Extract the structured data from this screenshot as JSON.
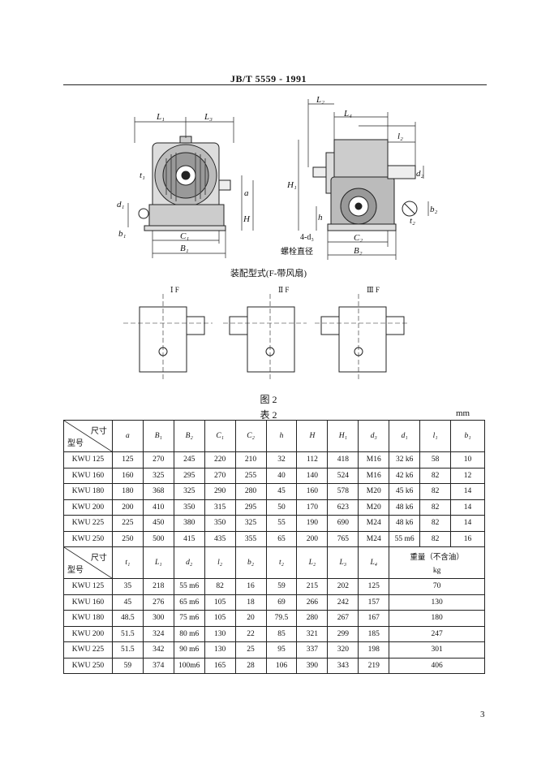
{
  "header": {
    "standard": "JB/T  5559 - 1991"
  },
  "figure": {
    "assembly_caption": "装配型式(F-带风扇)",
    "variants": [
      "Ⅰ F",
      "Ⅱ F",
      "Ⅲ F"
    ],
    "caption": "图 2",
    "left_view_labels": [
      "L₁",
      "L₃",
      "t₁",
      "d₁",
      "a",
      "H",
      "b₁",
      "C₁",
      "B₁"
    ],
    "right_view_labels": [
      "L₂",
      "L₄",
      "l₂",
      "H₁",
      "h",
      "4-d₃",
      "螺栓直径",
      "C₂",
      "B₂",
      "d₂",
      "t₂",
      "b₂"
    ]
  },
  "table": {
    "title": "表 2",
    "unit": "mm",
    "corner_top": "尺寸",
    "corner_bottom": "型号",
    "top_headers": [
      "a",
      "B₁",
      "B₂",
      "C₁",
      "C₂",
      "h",
      "H",
      "H₁",
      "d₃",
      "d₁",
      "l₁",
      "b₁"
    ],
    "top_rows": [
      {
        "model": "KWU 125",
        "values": [
          "125",
          "270",
          "245",
          "220",
          "210",
          "32",
          "112",
          "418",
          "M16",
          "32 k6",
          "58",
          "10"
        ]
      },
      {
        "model": "KWU 160",
        "values": [
          "160",
          "325",
          "295",
          "270",
          "255",
          "40",
          "140",
          "524",
          "M16",
          "42 k6",
          "82",
          "12"
        ]
      },
      {
        "model": "KWU 180",
        "values": [
          "180",
          "368",
          "325",
          "290",
          "280",
          "45",
          "160",
          "578",
          "M20",
          "45 k6",
          "82",
          "14"
        ]
      },
      {
        "model": "KWU 200",
        "values": [
          "200",
          "410",
          "350",
          "315",
          "295",
          "50",
          "170",
          "623",
          "M20",
          "48 k6",
          "82",
          "14"
        ]
      },
      {
        "model": "KWU 225",
        "values": [
          "225",
          "450",
          "380",
          "350",
          "325",
          "55",
          "190",
          "690",
          "M24",
          "48 k6",
          "82",
          "14"
        ]
      },
      {
        "model": "KWU 250",
        "values": [
          "250",
          "500",
          "415",
          "435",
          "355",
          "65",
          "200",
          "765",
          "M24",
          "55 m6",
          "82",
          "16"
        ]
      }
    ],
    "bottom_headers": [
      "t₁",
      "L₁",
      "d₂",
      "l₂",
      "b₂",
      "t₂",
      "L₂",
      "L₃",
      "L₄"
    ],
    "weight_header": "重量（不含油）",
    "weight_unit": "kg",
    "bottom_rows": [
      {
        "model": "KWU 125",
        "values": [
          "35",
          "218",
          "55 m6",
          "82",
          "16",
          "59",
          "215",
          "202",
          "125"
        ],
        "weight": "70"
      },
      {
        "model": "KWU 160",
        "values": [
          "45",
          "276",
          "65 m6",
          "105",
          "18",
          "69",
          "266",
          "242",
          "157"
        ],
        "weight": "130"
      },
      {
        "model": "KWU 180",
        "values": [
          "48.5",
          "300",
          "75 m6",
          "105",
          "20",
          "79.5",
          "280",
          "267",
          "167"
        ],
        "weight": "180"
      },
      {
        "model": "KWU 200",
        "values": [
          "51.5",
          "324",
          "80 m6",
          "130",
          "22",
          "85",
          "321",
          "299",
          "185"
        ],
        "weight": "247"
      },
      {
        "model": "KWU 225",
        "values": [
          "51.5",
          "342",
          "90 m6",
          "130",
          "25",
          "95",
          "337",
          "320",
          "198"
        ],
        "weight": "301"
      },
      {
        "model": "KWU 250",
        "values": [
          "59",
          "374",
          "100m6",
          "165",
          "28",
          "106",
          "390",
          "343",
          "219"
        ],
        "weight": "406"
      }
    ]
  },
  "page_number": "3"
}
